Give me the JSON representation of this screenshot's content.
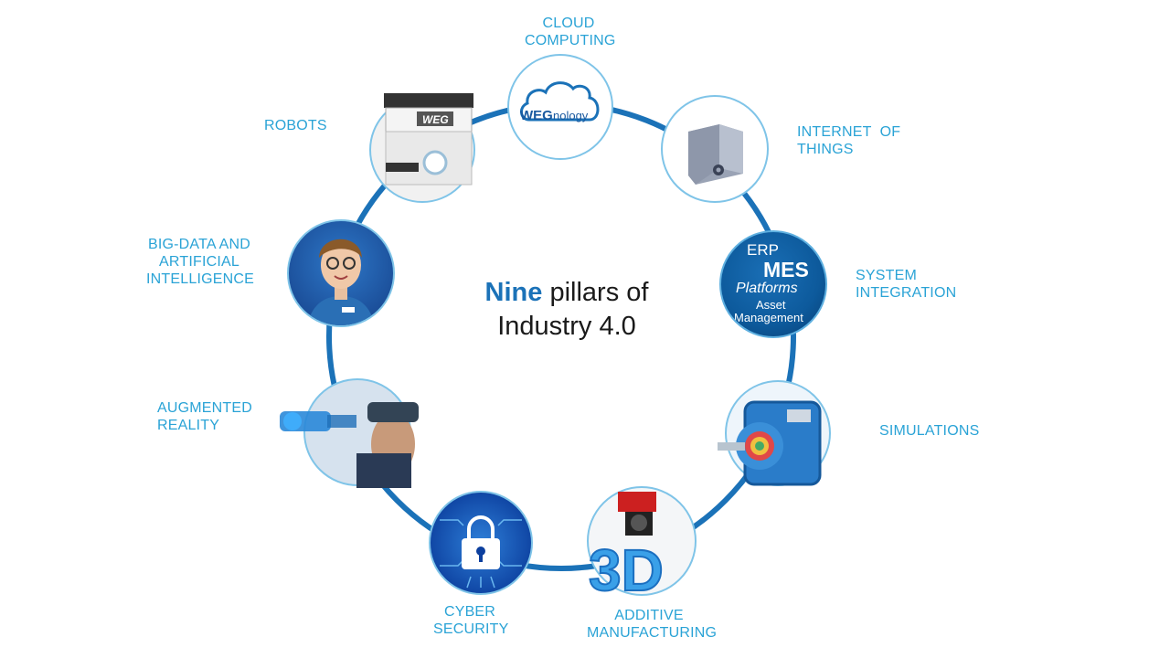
{
  "title": {
    "highlight": "Nine",
    "rest_line1": " pillars of",
    "line2": "Industry 4.0"
  },
  "pillars": [
    {
      "id": "cloud",
      "line1": "CLOUD",
      "line2": "COMPUTING",
      "icon": "cloud-icon"
    },
    {
      "id": "iot",
      "line1": "INTERNET  OF",
      "line2": "THINGS",
      "icon": "iot-device-icon"
    },
    {
      "id": "system",
      "line1": "SYSTEM",
      "line2": "INTEGRATION",
      "icon": "mes-platform-icon"
    },
    {
      "id": "simulations",
      "line1": "SIMULATIONS",
      "line2": "",
      "icon": "motor-icon"
    },
    {
      "id": "additive",
      "line1": "ADDITIVE",
      "line2": "MANUFACTURING",
      "icon": "3d-printer-icon"
    },
    {
      "id": "cyber",
      "line1": "CYBER",
      "line2": "SECURITY",
      "icon": "padlock-icon"
    },
    {
      "id": "ar",
      "line1": "AUGMENTED",
      "line2": "REALITY",
      "icon": "vr-headset-icon"
    },
    {
      "id": "bigdata",
      "line1": "BIG-DATA AND",
      "line2": "ARTIFICIAL",
      "line3": "INTELLIGENCE",
      "icon": "avatar-icon"
    },
    {
      "id": "robots",
      "line1": "ROBOTS",
      "line2": "",
      "icon": "robot-icon"
    }
  ],
  "cloud_logo": {
    "brand": "WEG",
    "suffix": "nology"
  },
  "robot_logo": "WEG",
  "mes": {
    "erp": "ERP",
    "mes": "MES",
    "platforms": "Platforms",
    "asset": "Asset",
    "management": "Management"
  },
  "print_text": "3D",
  "colors": {
    "ring": "#1b72b8",
    "label": "#2aa3d6",
    "title_highlight": "#1b72b8",
    "mes_bg": "#0d5a9c"
  }
}
